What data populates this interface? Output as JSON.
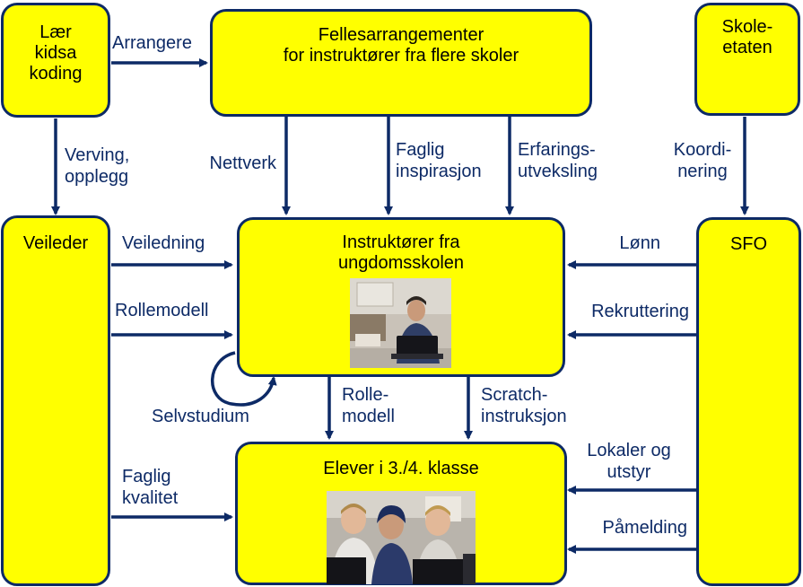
{
  "boxes": {
    "laer_kidsa_koding": [
      "Lær",
      "kidsa",
      "koding"
    ],
    "fellesarrangementer": [
      "Fellesarrangementer",
      "for instruktører fra flere skoler"
    ],
    "skoleetaten": [
      "Skole-",
      "etaten"
    ],
    "veileder": "Veileder",
    "instruktorer": [
      "Instruktører fra",
      "ungdomsskolen"
    ],
    "sfo": "SFO",
    "elever": "Elever i 3./4. klasse"
  },
  "labels": {
    "arrangere": "Arrangere",
    "verving": [
      "Verving,",
      "opplegg"
    ],
    "nettverk": "Nettverk",
    "faglig_inspirasjon": [
      "Faglig",
      "inspirasjon"
    ],
    "erfaringsutveksling": [
      "Erfarings-",
      "utveksling"
    ],
    "koordinering": [
      "Koordi-",
      "nering"
    ],
    "veiledning": "Veiledning",
    "rollemodell": "Rollemodell",
    "lonn": "Lønn",
    "rekruttering": "Rekruttering",
    "selvstudium": "Selvstudium",
    "rolle_modell": [
      "Rolle-",
      "modell"
    ],
    "scratch": [
      "Scratch-",
      "instruksjon"
    ],
    "faglig_kvalitet": [
      "Faglig",
      "kvalitet"
    ],
    "lokaler": [
      "Lokaler og",
      "utstyr"
    ],
    "pamelding": "Påmelding"
  },
  "colors": {
    "box_fill": "#ffff00",
    "border_and_arrows": "#0d2a66",
    "background": "#ffffff"
  },
  "images": {
    "instructor_photo": "photo-of-instructor-at-laptop",
    "pupils_photo": "photo-of-pupils-at-computers"
  }
}
